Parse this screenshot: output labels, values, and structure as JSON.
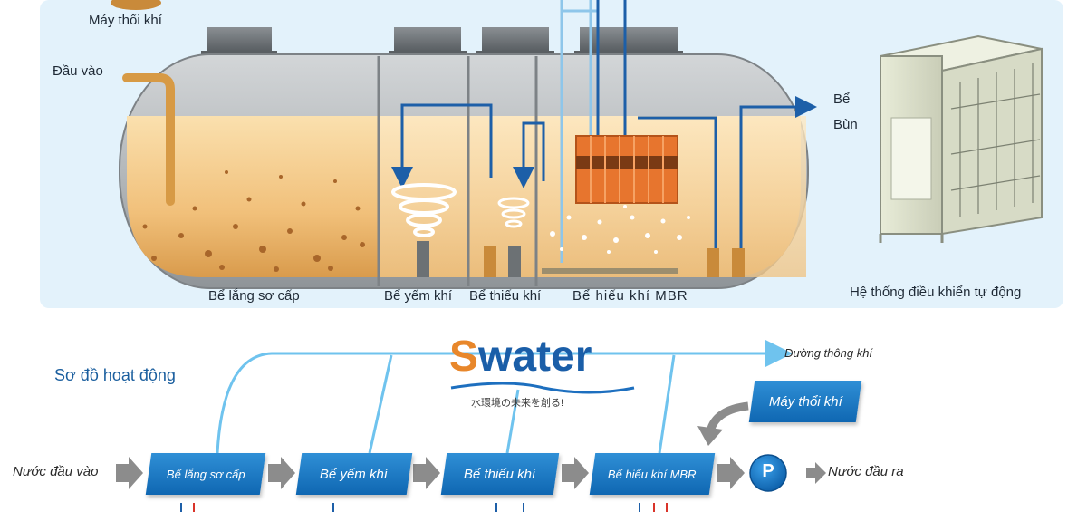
{
  "diagram": {
    "labels": {
      "blower_top": "Máy thổi khí",
      "inlet": "Đầu vào",
      "sludge_tank": "Bể Bùn",
      "primary_tank": "Bể lắng sơ cấp",
      "anaerobic_tank": "Bể yếm khí",
      "anoxic_tank": "Bể thiếu khí",
      "mbr_tank": "Bể hiếu khí MBR",
      "control_system": "Hệ thống điều khiển tự động"
    },
    "flow": {
      "title": "Sơ đồ hoạt động",
      "brand": "Swater",
      "brand_first": "S",
      "brand_rest": "water",
      "brand_tagline": "水環境の未来を創る!",
      "inlet_label": "Nước đầu vào",
      "outlet_label": "Nước đầu ra",
      "air_line_label": "Đường thông khí",
      "blower_box": "Máy thổi khí",
      "steps": [
        "Bể lắng sơ cấp",
        "Bể yếm khí",
        "Bể thiếu khí",
        "Bể hiếu khí MBR"
      ],
      "pump_label": "P"
    },
    "colors": {
      "background_panel": "#e3f2fb",
      "tank_body": "#bfc2c4",
      "liquid": "#f2c27a",
      "pipe_blue": "#1d5fa8",
      "mbr_module": "#e7752e",
      "flow_box": "#1571c0",
      "arrow_gray": "#8c8c8c",
      "air_line": "#6fc3ee"
    }
  }
}
